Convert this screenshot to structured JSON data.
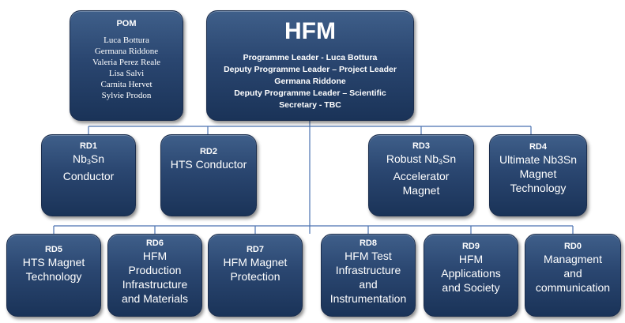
{
  "pom": {
    "title": "POM",
    "members": [
      "Luca Bottura",
      "Germana Riddone",
      "Valeria Perez Reale",
      "Lisa Salvi",
      "Carnita Hervet",
      "Sylvie Prodon"
    ]
  },
  "hfm": {
    "title": "HFM",
    "lines": [
      "Programme Leader - Luca Bottura",
      "Deputy Programme Leader –  Project Leader",
      "Germana Riddone",
      "Deputy Programme Leader – Scientific",
      "Secretary - TBC"
    ]
  },
  "rd1": {
    "code": "RD1",
    "line1_base": "Nb",
    "line1_sub": "3",
    "line1_tail": "Sn",
    "line2": "Conductor"
  },
  "rd2": {
    "code": "RD2",
    "label": "HTS Conductor"
  },
  "rd3": {
    "code": "RD3",
    "line1_head": "Robust Nb",
    "line1_sub": "3",
    "line1_tail": "Sn",
    "line2": "Accelerator",
    "line3": "Magnet"
  },
  "rd4": {
    "code": "RD4",
    "lines": [
      "Ultimate Nb3Sn",
      "Magnet",
      "Technology"
    ]
  },
  "rd5": {
    "code": "RD5",
    "lines": [
      "HTS Magnet",
      "Technology"
    ]
  },
  "rd6": {
    "code": "RD6",
    "lines": [
      "HFM",
      "Production",
      "Infrastructure",
      "and Materials"
    ]
  },
  "rd7": {
    "code": "RD7",
    "lines": [
      "HFM Magnet",
      "Protection"
    ]
  },
  "rd8": {
    "code": "RD8",
    "lines": [
      "HFM Test",
      "Infrastructure",
      "and",
      "Instrumentation"
    ]
  },
  "rd9": {
    "code": "RD9",
    "lines": [
      "HFM",
      "Applications",
      "and Society"
    ]
  },
  "rd0": {
    "code": "RD0",
    "lines": [
      "Managment",
      "and",
      "communication"
    ]
  }
}
